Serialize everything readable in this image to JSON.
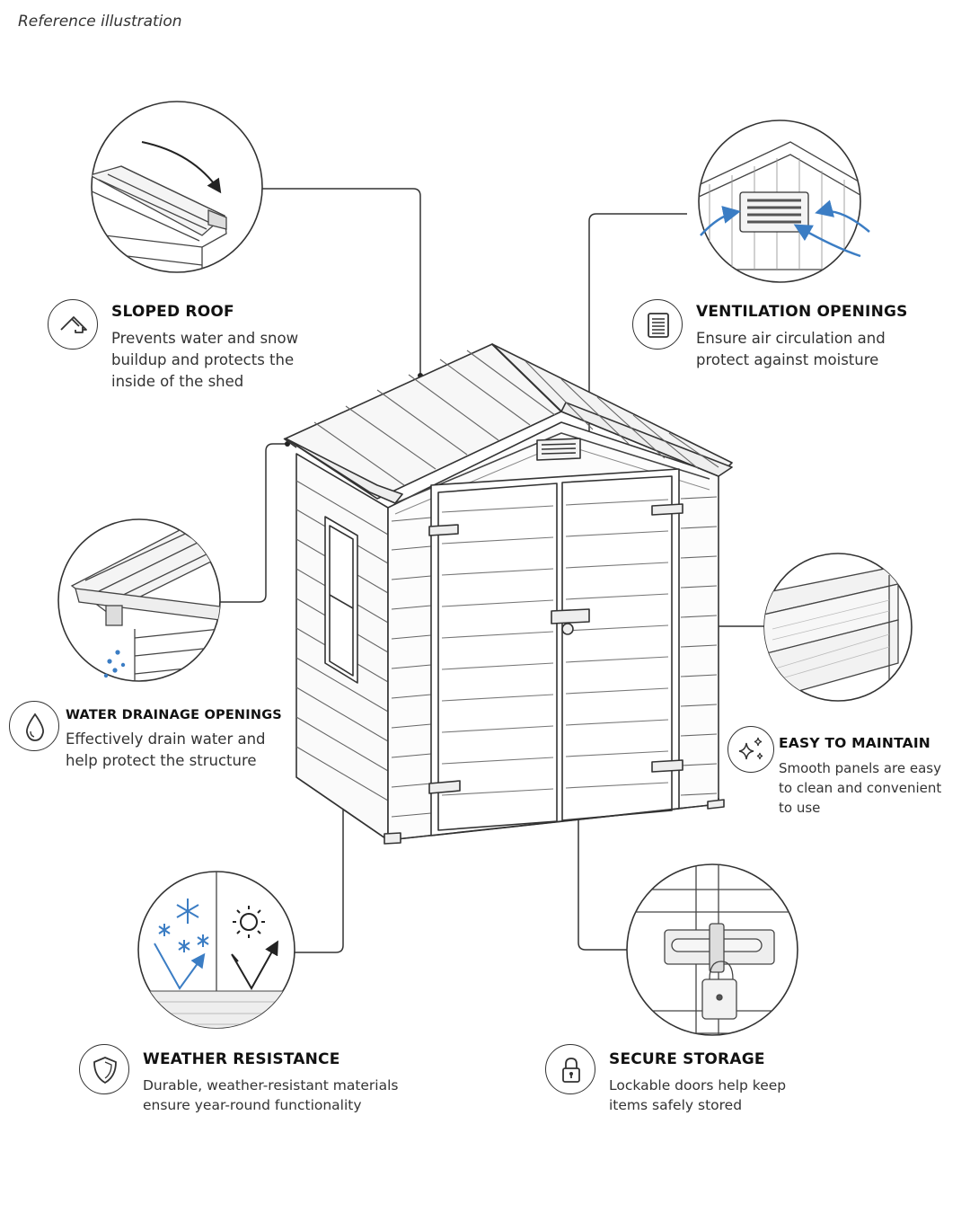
{
  "reference_label": "Reference illustration",
  "features": {
    "sloped_roof": {
      "title": "SLOPED ROOF",
      "desc": [
        "Prevents water and snow",
        "buildup and protects the",
        "inside of the shed"
      ],
      "icon": "roof-icon"
    },
    "ventilation": {
      "title": "VENTILATION OPENINGS",
      "desc": [
        "Ensure air circulation and",
        "protect against moisture"
      ],
      "icon": "vent-grille-icon"
    },
    "drainage": {
      "title": "WATER DRAINAGE OPENINGS",
      "desc": [
        "Effectively drain water and",
        "help protect the structure"
      ],
      "icon": "water-drop-icon"
    },
    "maintain": {
      "title": "EASY TO MAINTAIN",
      "desc": [
        "Smooth panels are easy",
        "to clean and convenient",
        "to use"
      ],
      "icon": "sparkles-icon"
    },
    "weather": {
      "title": "WEATHER RESISTANCE",
      "desc": [
        "Durable, weather-resistant materials",
        "ensure year-round functionality"
      ],
      "icon": "shield-icon"
    },
    "secure": {
      "title": "SECURE STORAGE",
      "desc": [
        "Lockable doors help keep",
        "items safely stored"
      ],
      "icon": "padlock-icon"
    }
  },
  "colors": {
    "line": "#333333",
    "accent_blue": "#3b7dc4",
    "background": "#ffffff"
  }
}
